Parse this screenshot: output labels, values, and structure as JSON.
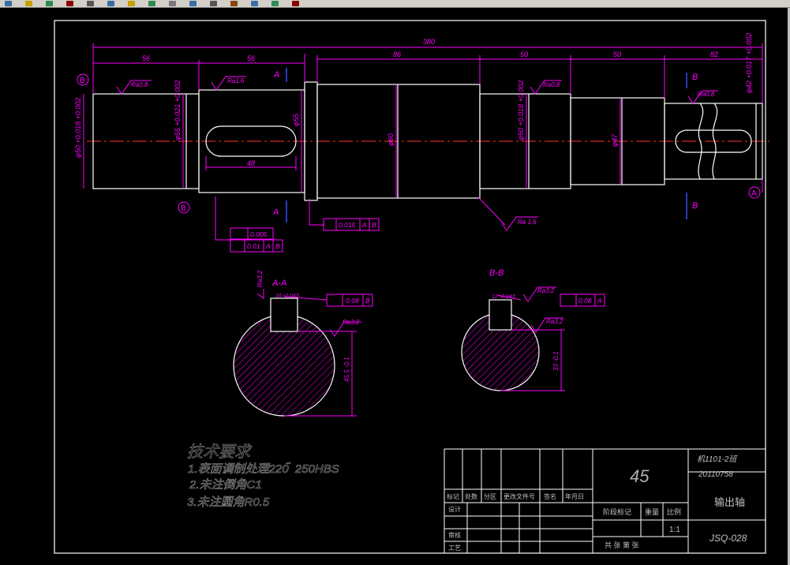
{
  "toolbar": {
    "buttons": [
      "new-icon",
      "open-icon",
      "save-icon",
      "print-icon",
      "cut-icon",
      "copy-icon",
      "paste-icon",
      "undo-icon",
      "redo-icon",
      "pan-icon",
      "zoom-icon",
      "properties-icon",
      "layers-icon",
      "match-icon",
      "help-icon"
    ]
  },
  "drawing": {
    "colors": {
      "outline": "#ffffff",
      "dimension": "#ff00ff",
      "centerline": "#ff3030",
      "hatch": "#ff00ff",
      "accent": "#0000ff"
    },
    "dims": {
      "overall": "380",
      "d56a": "56",
      "d56b": "56",
      "d86": "86",
      "d50a": "50",
      "d50b": "50",
      "d82": "82",
      "key48": "48",
      "dia50": "φ50 +0.018 +0.002",
      "dia55": "φ55 +0.021 +0.002",
      "dia55b": "φ55",
      "dia60": "φ60",
      "dia50b": "φ50 +0.018 +0.002",
      "dia47": "φ47",
      "dia42": "φ42 +0.017 +0.002",
      "sec_a_width": "16 -0.043",
      "sec_a_depth": "45.5 -0.1",
      "sec_b_width": "12 -0.043",
      "sec_b_depth": "33 -0.1"
    },
    "labels": {
      "A": "A",
      "B": "B",
      "secA": "A-A",
      "secB": "B-B",
      "datumA": "A",
      "datumB": "B"
    },
    "roughness": {
      "r1": "Ra0.8",
      "r2": "Ra1.6",
      "r3": "Ra0.8",
      "r4": "Ra0.8",
      "r5": "Ra 1.6",
      "r6": "Ra3.2",
      "r7": "Ra3.2",
      "r8": "Ra3.2",
      "r9": "Ra3.2"
    },
    "tolerance": {
      "t1_val": "0.005",
      "t2_val": "0.01",
      "t2_a": "A",
      "t2_b": "B",
      "t3_val": "0.015",
      "t3_a": "A",
      "t3_b": "B",
      "t4_val": "0.08",
      "t4_ref": "B",
      "t5_val": "0.08",
      "t5_ref": "A"
    },
    "notes": {
      "title": "技术要求",
      "line1": "1.表面调制处理220 ̃ 250HBS",
      "line2": "2.未注倒角C1",
      "line3": "3.未注圆角R0.5"
    },
    "titleblock": {
      "material": "45",
      "class": "机1101-2班",
      "student_no": "20110758",
      "part_name": "输出轴",
      "drawing_no": "JSQ-028",
      "scale": "1:1",
      "h_mark": "标记",
      "h_count": "处数",
      "h_zone": "分区",
      "h_doc": "更改文件号",
      "h_sign": "签名",
      "h_date": "年月日",
      "h_design": "设计",
      "h_review": "审核",
      "h_process": "工艺",
      "h_stage": "阶段标记",
      "h_weight": "重量",
      "h_ratio": "比例",
      "h_sheets": "共 张  第 张"
    }
  }
}
